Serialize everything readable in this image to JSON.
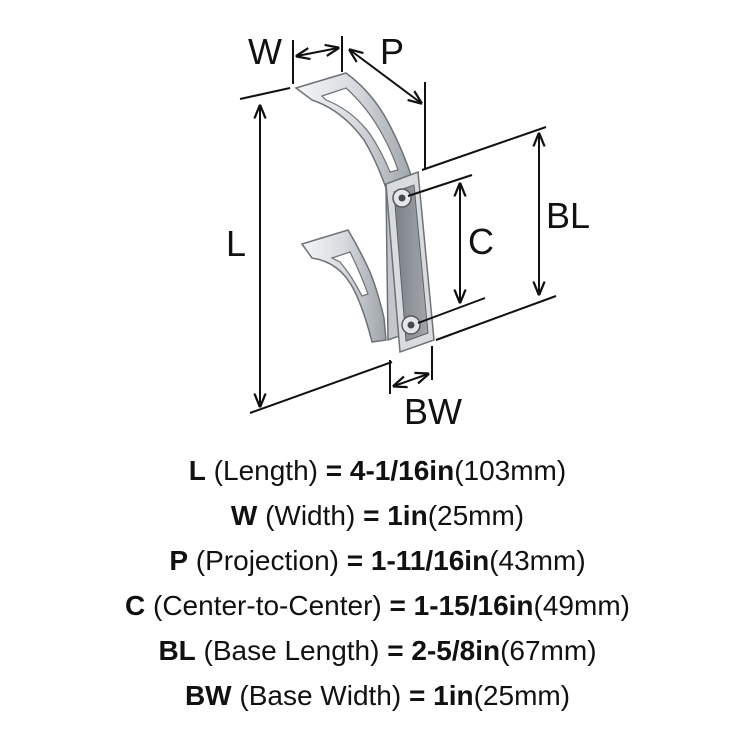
{
  "diagram": {
    "labels": {
      "w": "W",
      "p": "P",
      "l": "L",
      "c": "C",
      "bl": "BL",
      "bw": "BW"
    },
    "colors": {
      "line": "#111111",
      "metal_light": "#eceef1",
      "metal_mid": "#c9ccd1",
      "metal_dark": "#7e838a",
      "plate": "#8d9197"
    }
  },
  "specs": [
    {
      "abbr": "L",
      "desc": " (Length) ",
      "eq": "= ",
      "imperial": "4-1/16in",
      "metric": "(103mm)"
    },
    {
      "abbr": "W",
      "desc": " (Width) ",
      "eq": "= ",
      "imperial": "1in",
      "metric": "(25mm)"
    },
    {
      "abbr": "P",
      "desc": " (Projection) ",
      "eq": "= ",
      "imperial": "1-11/16in",
      "metric": "(43mm)"
    },
    {
      "abbr": "C",
      "desc": " (Center-to-Center) ",
      "eq": "= ",
      "imperial": "1-15/16in",
      "metric": "(49mm)"
    },
    {
      "abbr": "BL",
      "desc": " (Base Length) ",
      "eq": "= ",
      "imperial": "2-5/8in",
      "metric": "(67mm)"
    },
    {
      "abbr": "BW",
      "desc": " (Base Width) ",
      "eq": "= ",
      "imperial": "1in",
      "metric": "(25mm)"
    }
  ]
}
